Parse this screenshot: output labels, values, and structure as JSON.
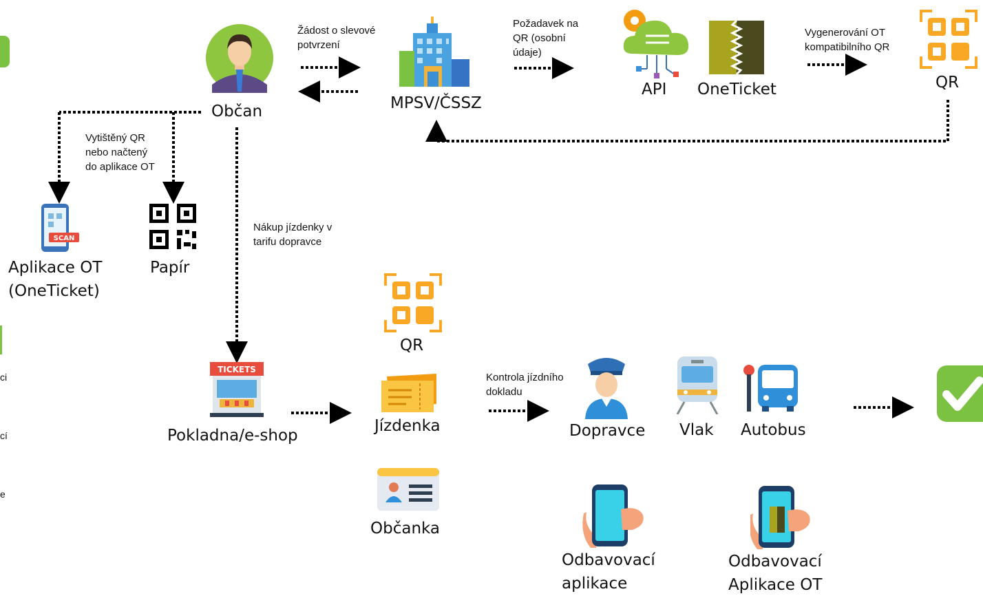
{
  "nodes": {
    "obcan": "Občan",
    "mpsv": "MPSV/ČSSZ",
    "api": "API",
    "oneticket": "OneTicket",
    "qr_top": "QR",
    "aplikace_ot_line1": "Aplikace OT",
    "aplikace_ot_line2": "(OneTicket)",
    "papir": "Papír",
    "pokladna": "Pokladna/e-shop",
    "qr_mid": "QR",
    "jizdenka": "Jízdenka",
    "obcanka": "Občanka",
    "dopravce": "Dopravce",
    "vlak": "Vlak",
    "autobus": "Autobus",
    "odbav_app_line1": "Odbavovací",
    "odbav_app_line2": "aplikace",
    "odbav_ot_line1": "Odbavovací",
    "odbav_ot_line2": "Aplikace OT"
  },
  "notes": {
    "zadost_1": "Žádost o slevové",
    "zadost_2": "potvrzení",
    "pozadavek_1": "Požadavek na",
    "pozadavek_2": "QR (osobní",
    "pozadavek_3": "údaje)",
    "vygenerovani_1": "Vygenerování OT",
    "vygenerovani_2": "kompatibilního QR",
    "vytisteny_1": "Vytištěný QR",
    "vytisteny_2": "nebo načtený",
    "vytisteny_3": "do aplikace OT",
    "nakup_1": "Nákup jízdenky v",
    "nakup_2": "tarifu dopravce",
    "kontrola_1": "Kontrola jízdního",
    "kontrola_2": "dokladu"
  },
  "edge_fragments": [
    "ci",
    "cí",
    "e"
  ],
  "icons": {
    "obcan": "person-avatar-icon",
    "mpsv": "office-building-icon",
    "api": "cloud-api-icon",
    "oneticket": "oneticket-logo-icon",
    "qr": "qr-code-icon",
    "aplikace_ot": "phone-scan-icon",
    "papir": "printed-qr-icon",
    "pokladna": "ticket-booth-icon",
    "jizdenka": "ticket-icon",
    "obcanka": "id-card-icon",
    "dopravce": "conductor-icon",
    "vlak": "train-icon",
    "autobus": "bus-icon",
    "odbav_app": "hand-phone-icon",
    "odbav_ot": "hand-phone-ot-icon",
    "check": "check-icon"
  },
  "colors": {
    "accent_green": "#7cc242",
    "qr_orange": "#f9a825",
    "ticket_red": "#e74c3c",
    "blue": "#2f8fd8"
  }
}
